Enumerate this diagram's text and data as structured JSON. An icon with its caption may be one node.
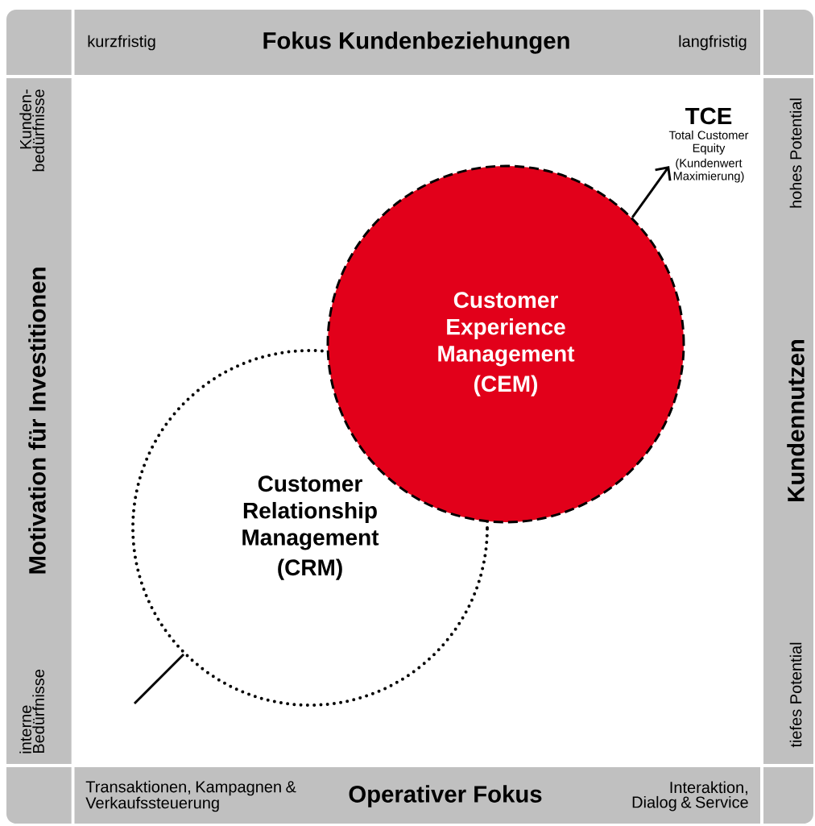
{
  "diagram": {
    "nodes": [
      {
        "text": [
          "kurzfristig",
          "Fokus Kundenbeziehungen",
          "langfristig"
        ]
      },
      {
        "text": [
          "Kunden- bedürfnisse",
          "Motivation für Investitionen",
          "interne Bedürfnisse"
        ]
      },
      {
        "text": [
          "hohes Potential",
          "Kundennutzen",
          "tiefes Potential"
        ]
      },
      {
        "text": [
          "Transaktionen, Kampagnen & Verkaufssteuerung",
          "Operativer Fokus",
          "Interaktion, Dialog & Service"
        ]
      },
      {
        "text": [
          "Customer Experience Management",
          "(CEM)"
        ]
      },
      {
        "text": [
          "TCE",
          "Total Customer Equity",
          "(Kundenwert Maximierung)"
        ]
      },
      {
        "text": [
          "Customer Relationship Management",
          "(CRM)"
        ]
      }
    ],
    "edges": [
      {
        "from": null,
        "to": 6,
        "arrow": "none"
      },
      {
        "from": 4,
        "to": 5,
        "arrow": "to"
      }
    ]
  }
}
